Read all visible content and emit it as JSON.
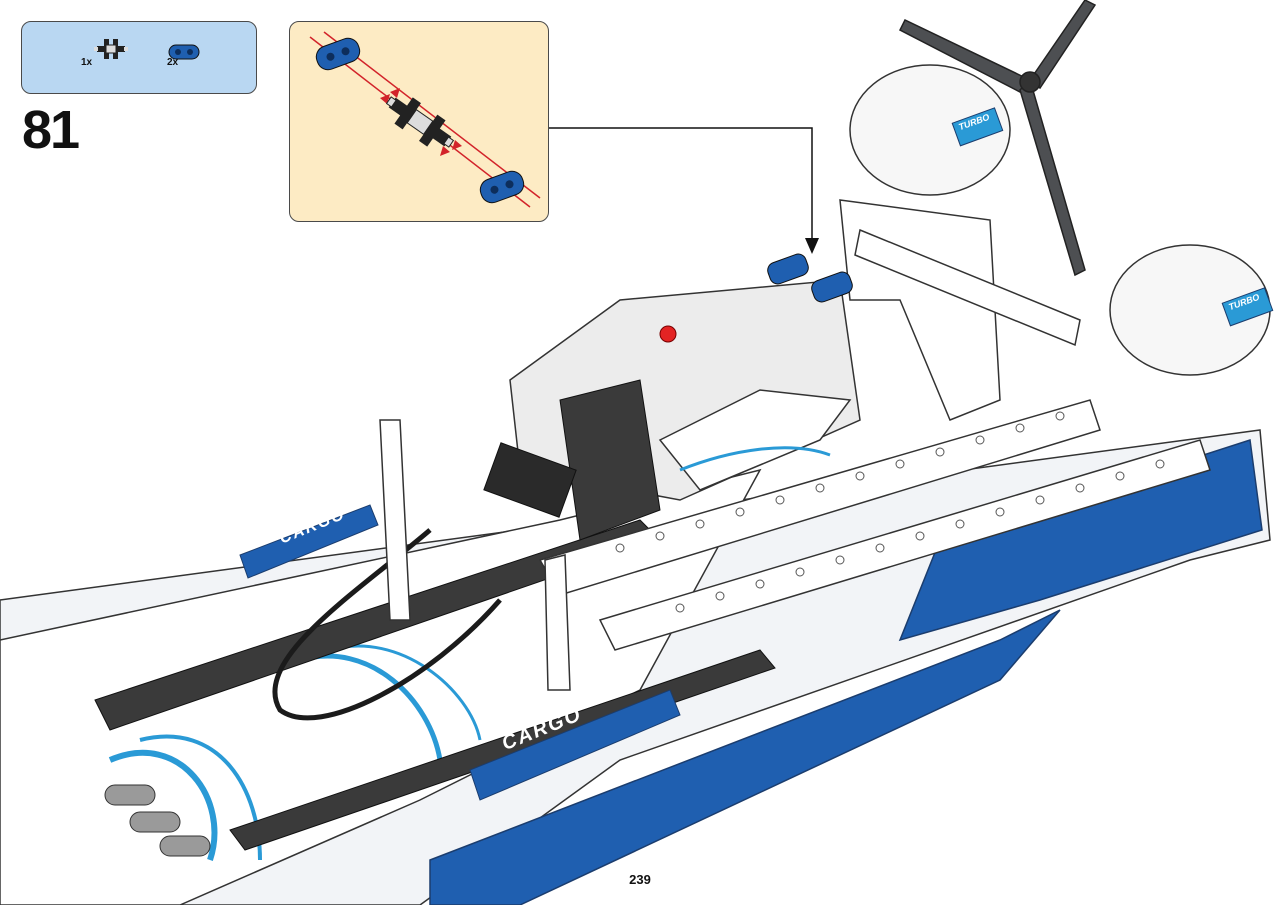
{
  "parts_list": {
    "items": [
      {
        "icon": "connector-axle-joiner-icon",
        "quantity": "1x"
      },
      {
        "icon": "blue-beam-2-icon",
        "quantity": "2x"
      }
    ]
  },
  "step": {
    "number": "81"
  },
  "callout": {
    "description_icon": "subassembly-arrows-icon"
  },
  "model": {
    "side_label_1": "CARGO",
    "side_label_2": "CARGO",
    "rotor_label_1": "TURBO",
    "rotor_label_2": "TURBO"
  },
  "page": {
    "number": "239"
  },
  "colors": {
    "parts_box_bg": "#b9d7f2",
    "callout_bg": "#fdebc4",
    "brick_blue": "#1f5fb0",
    "arrow_red": "#d2232a"
  }
}
